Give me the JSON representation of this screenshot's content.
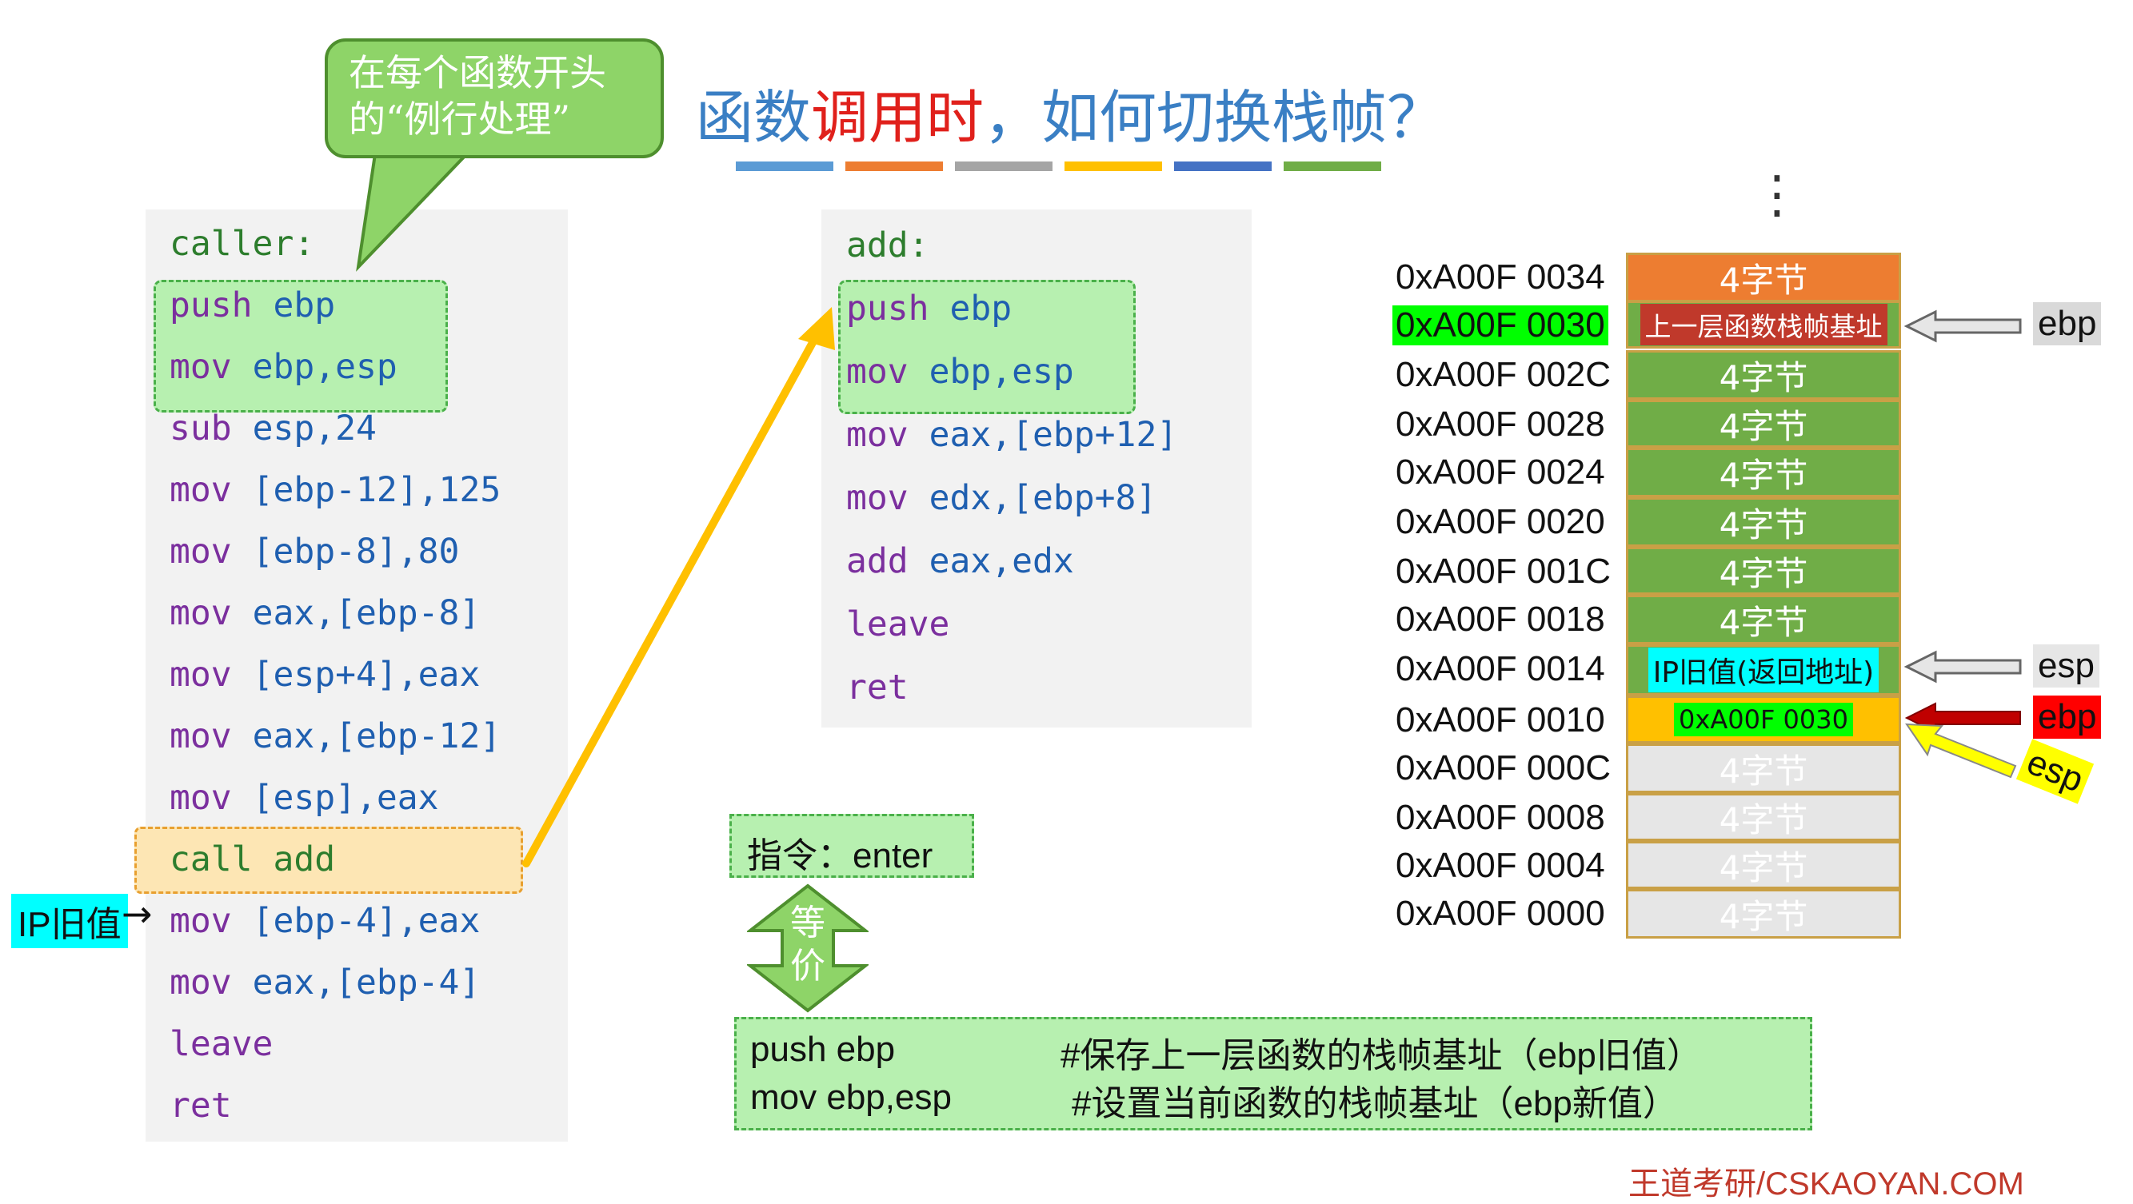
{
  "title": {
    "part1": "函数",
    "part2": "调用时",
    "part3": "，如何切换栈帧？"
  },
  "title_bar_colors": [
    "#5b9bd5",
    "#ed7d31",
    "#a5a5a5",
    "#ffc000",
    "#4472c4",
    "#70ad47"
  ],
  "callout": {
    "line1": "在每个函数开头",
    "line2": "的“例行处理”"
  },
  "caller": {
    "label": "caller:",
    "lines": [
      {
        "op": "push",
        "args": "ebp"
      },
      {
        "op": "mov",
        "args": "ebp,esp"
      },
      {
        "op": "sub",
        "args": "esp,24"
      },
      {
        "op": "mov",
        "args": "[ebp-12],125"
      },
      {
        "op": "mov",
        "args": "[ebp-8],80"
      },
      {
        "op": "mov",
        "args": "eax,[ebp-8]"
      },
      {
        "op": "mov",
        "args": "[esp+4],eax"
      },
      {
        "op": "mov",
        "args": "eax,[ebp-12]"
      },
      {
        "op": "mov",
        "args": "[esp],eax"
      },
      {
        "op": "call",
        "args": "add"
      },
      {
        "op": "mov",
        "args": "[ebp-4],eax"
      },
      {
        "op": "mov",
        "args": "eax,[ebp-4]"
      },
      {
        "op": "leave",
        "args": ""
      },
      {
        "op": "ret",
        "args": ""
      }
    ]
  },
  "ip_label": "IP旧值",
  "ip_arrow": "→",
  "add_fn": {
    "label": "add:",
    "lines": [
      {
        "op": "push",
        "args": "ebp"
      },
      {
        "op": "mov",
        "args": "ebp,esp"
      },
      {
        "op": "mov",
        "args": "eax,[ebp+12]"
      },
      {
        "op": "mov",
        "args": "edx,[ebp+8]"
      },
      {
        "op": "add",
        "args": "eax,edx"
      },
      {
        "op": "leave",
        "args": ""
      },
      {
        "op": "ret",
        "args": ""
      }
    ]
  },
  "memory": {
    "dots": "⋮",
    "rows": [
      {
        "addr": "0xA00F 0034",
        "content": "4字节"
      },
      {
        "addr": "0xA00F 0030",
        "content": "上一层函数栈帧基址"
      },
      {
        "addr": "0xA00F 002C",
        "content": "4字节"
      },
      {
        "addr": "0xA00F 0028",
        "content": "4字节"
      },
      {
        "addr": "0xA00F 0024",
        "content": "4字节"
      },
      {
        "addr": "0xA00F 0020",
        "content": "4字节"
      },
      {
        "addr": "0xA00F 001C",
        "content": "4字节"
      },
      {
        "addr": "0xA00F 0018",
        "content": "4字节"
      },
      {
        "addr": "0xA00F 0014",
        "content": "IP旧值(返回地址)"
      },
      {
        "addr": "0xA00F 0010",
        "content": "0xA00F 0030"
      },
      {
        "addr": "0xA00F 000C",
        "content": "4字节"
      },
      {
        "addr": "0xA00F 0008",
        "content": "4字节"
      },
      {
        "addr": "0xA00F 0004",
        "content": "4字节"
      },
      {
        "addr": "0xA00F 0000",
        "content": "4字节"
      }
    ],
    "pointers": {
      "ebp_old": "ebp",
      "esp_old": "esp",
      "ebp_new": "ebp",
      "esp_new": "esp"
    }
  },
  "enter": {
    "label": "指令：enter",
    "equiv": "等价"
  },
  "equiv_lines": [
    {
      "code": "push ebp",
      "comment": "#保存上一层函数的栈帧基址（ebp旧值）"
    },
    {
      "code": "mov ebp,esp",
      "comment": "#设置当前函数的栈帧基址（ebp新值）"
    }
  ],
  "footer": "王道考研/CSKAOYAN.COM"
}
